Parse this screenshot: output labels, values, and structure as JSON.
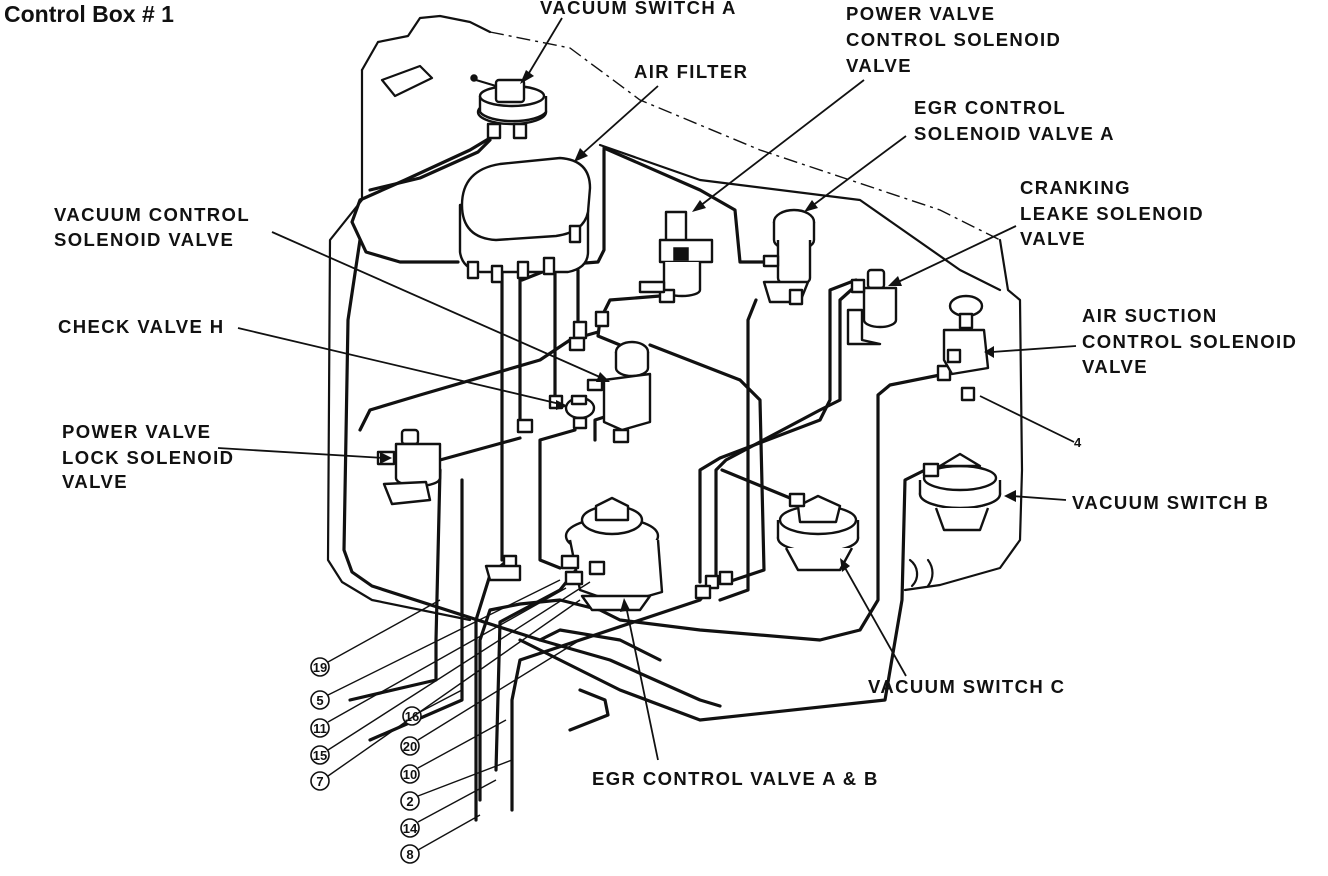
{
  "title": "Control Box # 1",
  "labels": {
    "vacuum_switch_a": "VACUUM SWITCH A",
    "air_filter": "AIR FILTER",
    "power_valve_control": [
      "POWER VALVE",
      "CONTROL SOLENOID",
      "VALVE"
    ],
    "egr_control_a": [
      "EGR CONTROL",
      "SOLENOID VALVE A"
    ],
    "cranking_leak": [
      "CRANKING",
      "LEAKE SOLENOID",
      "VALVE"
    ],
    "vacuum_control": [
      "VACUUM CONTROL",
      "SOLENOID VALVE"
    ],
    "check_valve_h": "CHECK VALVE H",
    "air_suction": [
      "AIR SUCTION",
      "CONTROL SOLENOID",
      "VALVE"
    ],
    "power_valve_lock": [
      "POWER VALVE",
      "LOCK SOLENOID",
      "VALVE"
    ],
    "vacuum_switch_b": "VACUUM SWITCH B",
    "vacuum_switch_c": "VACUUM SWITCH C",
    "egr_control_ab": "EGR CONTROL VALVE A & B"
  },
  "hose_numbers": [
    "19",
    "5",
    "11",
    "15",
    "7",
    "16",
    "20",
    "10",
    "2",
    "14",
    "8"
  ],
  "port_tag": "4"
}
